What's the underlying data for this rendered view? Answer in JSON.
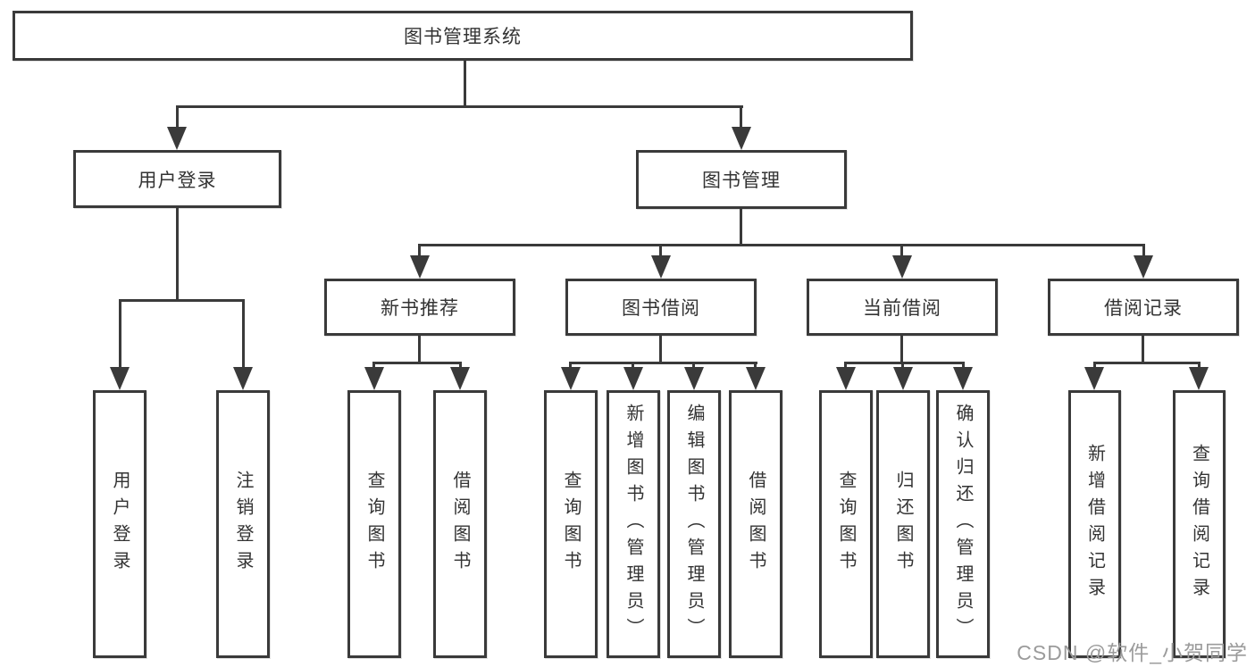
{
  "diagram": {
    "root": {
      "label": "图书管理系统"
    },
    "level2": [
      {
        "label": "用户登录"
      },
      {
        "label": "图书管理"
      }
    ],
    "level3": [
      {
        "label": "新书推荐"
      },
      {
        "label": "图书借阅"
      },
      {
        "label": "当前借阅"
      },
      {
        "label": "借阅记录"
      }
    ],
    "leaves": {
      "user": [
        {
          "label": "用户登录"
        },
        {
          "label": "注销登录"
        }
      ],
      "recommend": [
        {
          "label": "查询图书"
        },
        {
          "label": "借阅图书"
        }
      ],
      "borrow": [
        {
          "label": "查询图书"
        },
        {
          "label": "新增图书（管理员）"
        },
        {
          "label": "编辑图书（管理员）"
        },
        {
          "label": "借阅图书"
        }
      ],
      "current": [
        {
          "label": "查询图书"
        },
        {
          "label": "归还图书"
        },
        {
          "label": "确认归还（管理员）"
        }
      ],
      "records": [
        {
          "label": "新增借阅记录"
        },
        {
          "label": "查询借阅记录"
        }
      ]
    },
    "watermark": "CSDN @软件_小贺同学",
    "colors": {
      "line": "#3a3a3a",
      "text": "#333333",
      "box_background": "#ffffff",
      "watermark": "#9b9b9b"
    }
  }
}
